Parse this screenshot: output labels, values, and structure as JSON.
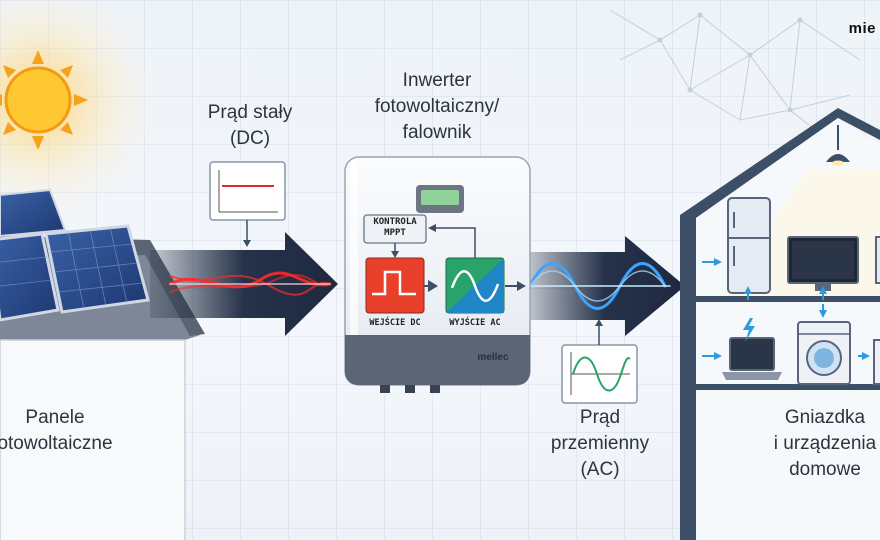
{
  "brand": "mie",
  "labels": {
    "dc": [
      "Prąd stały",
      "(DC)"
    ],
    "inverter": [
      "Inwerter",
      "fotowoltaiczny/",
      "falownik"
    ],
    "panels": [
      "Panele",
      "otowoltaiczne"
    ],
    "ac": [
      "Prąd",
      "przemienny",
      "(AC)"
    ],
    "house": [
      "Gniazdka",
      "i urządzenia",
      "domowe"
    ]
  },
  "inverter": {
    "mppt": [
      "KONTROLA",
      "MPPT"
    ],
    "dc_in": "WEJŚCIE DC",
    "ac_out": "WYJŚCIE AC",
    "brand": "mellec"
  },
  "colors": {
    "dc": "#e8262b",
    "ac": "#2f8fd8",
    "arrow": "#26324a",
    "inverter_green": "#2aa36b",
    "house_stroke": "#3c4f66"
  },
  "icons": [
    "sun-icon",
    "fridge-icon",
    "tv-icon",
    "laptop-icon",
    "washing-machine-icon",
    "lamp-icon",
    "lightning-icon"
  ]
}
